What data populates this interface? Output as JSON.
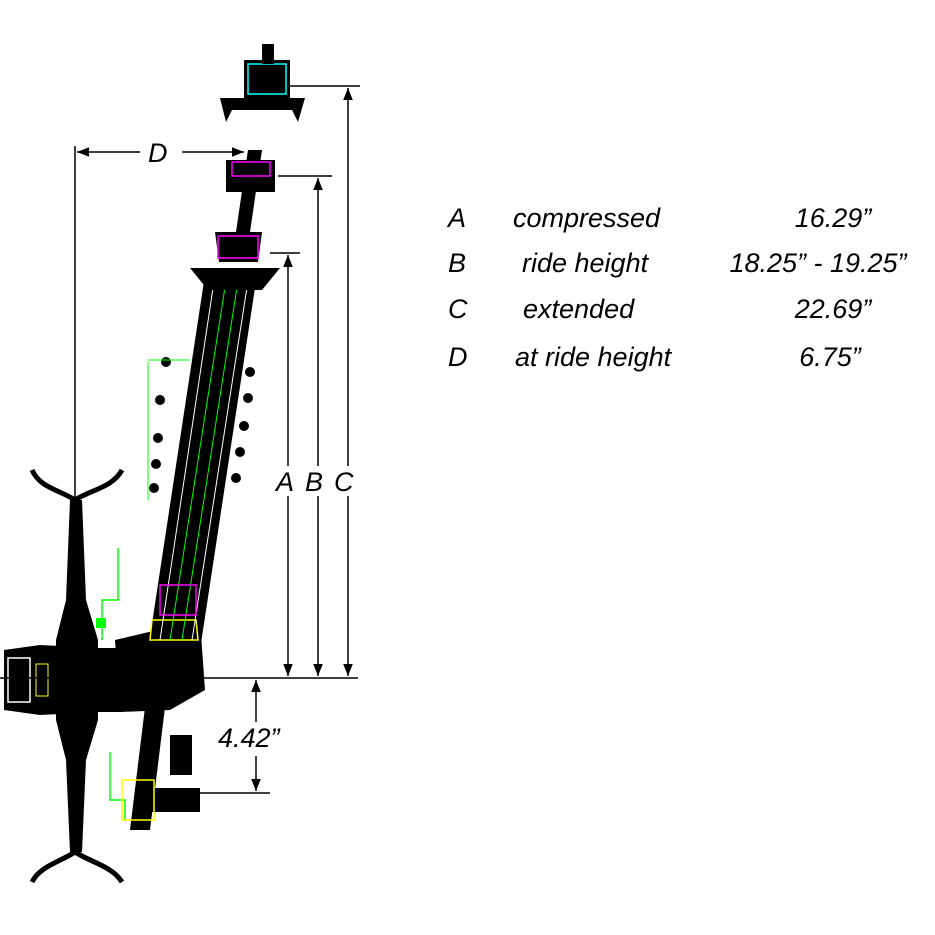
{
  "dimension_labels": {
    "a": "A",
    "b": "B",
    "c": "C",
    "d": "D",
    "offset": "4.42”"
  },
  "legend": [
    {
      "letter": "A",
      "name": "compressed",
      "value": "16.29”"
    },
    {
      "letter": "B",
      "name": "ride height",
      "value": "18.25” - 19.25”"
    },
    {
      "letter": "C",
      "name": "extended",
      "value": "22.69”"
    },
    {
      "letter": "D",
      "name": "at ride height",
      "value": "6.75”"
    }
  ],
  "colors": {
    "ink": "#000000",
    "detail_yellow": "#ffff00",
    "detail_green": "#00ff00",
    "detail_magenta": "#ff00ff",
    "detail_cyan": "#00ffff"
  }
}
